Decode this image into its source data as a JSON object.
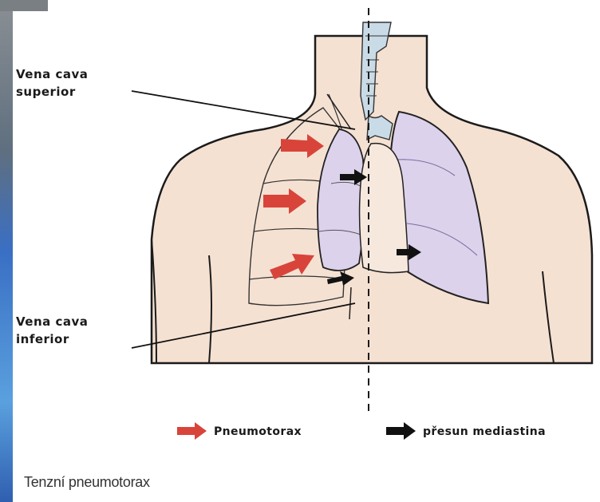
{
  "labels": {
    "vena_cava_superior": [
      "Vena cava",
      "superior"
    ],
    "vena_cava_inferior": [
      "Vena cava",
      "inferior"
    ]
  },
  "legend": {
    "pneumothorax": {
      "label": "Pneumotorax",
      "color": "#d9443a"
    },
    "mediastinal_shift": {
      "label": "přesun mediastina",
      "color": "#111111"
    }
  },
  "caption": "Tenzní pneumotorax",
  "colors": {
    "skin": "#f5e1d2",
    "lung": "#dcd2ec",
    "lung_dark": "#b9a8d6",
    "trachea": "#c9dbe6",
    "left_edge": "#3a6fc4"
  }
}
